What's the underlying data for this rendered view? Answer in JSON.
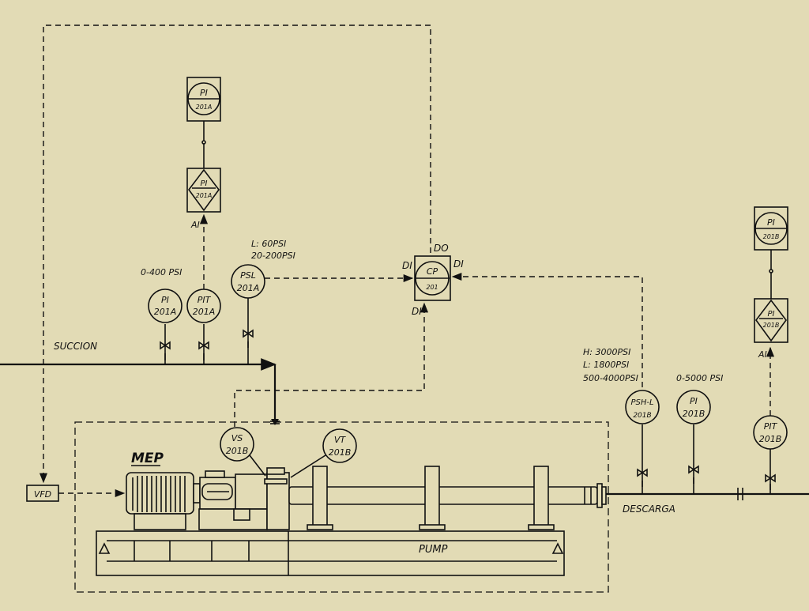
{
  "instruments": {
    "pi_201a_top": {
      "tag": "PI",
      "number": "201A"
    },
    "pi_201a_mid": {
      "tag": "PI",
      "number": "201A",
      "signal": "AI"
    },
    "pi_201a_field": {
      "tag": "PI",
      "number": "201A",
      "range": "0-400 PSI"
    },
    "pit_201a": {
      "tag": "PIT",
      "number": "201A"
    },
    "psl_201a": {
      "tag": "PSL",
      "number": "201A",
      "setpoint_l": "L: 60PSI",
      "range": "20-200PSI"
    },
    "cp_201": {
      "tag": "CP",
      "number": "201",
      "do": "DO",
      "di_left": "DI",
      "di_right": "DI",
      "di_bottom": "DI"
    },
    "vs_201b": {
      "tag": "VS",
      "number": "201B"
    },
    "vt_201b": {
      "tag": "VT",
      "number": "201B"
    },
    "pshl_201b": {
      "tag": "PSH-L",
      "number": "201B",
      "setpoint_h": "H: 3000PSI",
      "setpoint_l": "L: 1800PSI",
      "range": "500-4000PSI"
    },
    "pi_201b_field": {
      "tag": "PI",
      "number": "201B",
      "range": "0-5000 PSI"
    },
    "pit_201b": {
      "tag": "PIT",
      "number": "201B"
    },
    "pi_201b_mid": {
      "tag": "PI",
      "number": "201B",
      "signal": "AI"
    },
    "pi_201b_top": {
      "tag": "PI",
      "number": "201B"
    }
  },
  "labels": {
    "succion": "SUCCION",
    "descarga": "DESCARGA",
    "mep": "MEP",
    "pump": "PUMP",
    "vfd": "VFD"
  }
}
